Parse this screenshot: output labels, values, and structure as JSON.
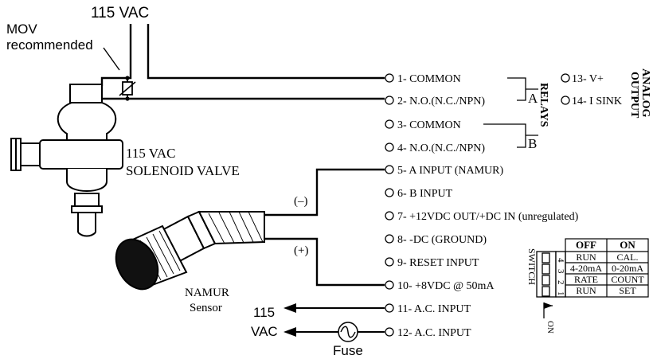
{
  "labels": {
    "supply_top": "115 VAC",
    "mov_line1": "MOV",
    "mov_line2": "recommended",
    "valve_line1": "115 VAC",
    "valve_line2": "SOLENOID VALVE",
    "sensor_line1": "NAMUR",
    "sensor_line2": "Sensor",
    "neg": "(–)",
    "pos": "(+)",
    "supply_bottom_1": "115",
    "supply_bottom_2": "VAC",
    "fuse": "Fuse",
    "relays": "RELAYS",
    "relay_a": "A",
    "relay_b": "B",
    "analog_1": "ANALOG",
    "analog_2": "OUTPUT",
    "switch": "SWITCH",
    "on_arrow": "ON"
  },
  "terminals": [
    "1- COMMON",
    "2- N.O.(N.C./NPN)",
    "3- COMMON",
    "4- N.O.(N.C./NPN)",
    "5- A INPUT (NAMUR)",
    "6- B INPUT",
    "7- +12VDC OUT/+DC IN (unregulated)",
    "8- -DC (GROUND)",
    "9- RESET INPUT",
    "10- +8VDC @ 50mA",
    "11- A.C. INPUT",
    "12- A.C. INPUT"
  ],
  "analog_terminals": [
    "13- V+",
    "14- I SINK"
  ],
  "switch_table": {
    "headers": [
      "OFF",
      "ON"
    ],
    "rows": [
      {
        "num": "4",
        "off": "RUN",
        "on": "CAL."
      },
      {
        "num": "3",
        "off": "4-20mA",
        "on": "0-20mA"
      },
      {
        "num": "2",
        "off": "RATE",
        "on": "COUNT"
      },
      {
        "num": "1",
        "off": "RUN",
        "on": "SET"
      }
    ]
  }
}
